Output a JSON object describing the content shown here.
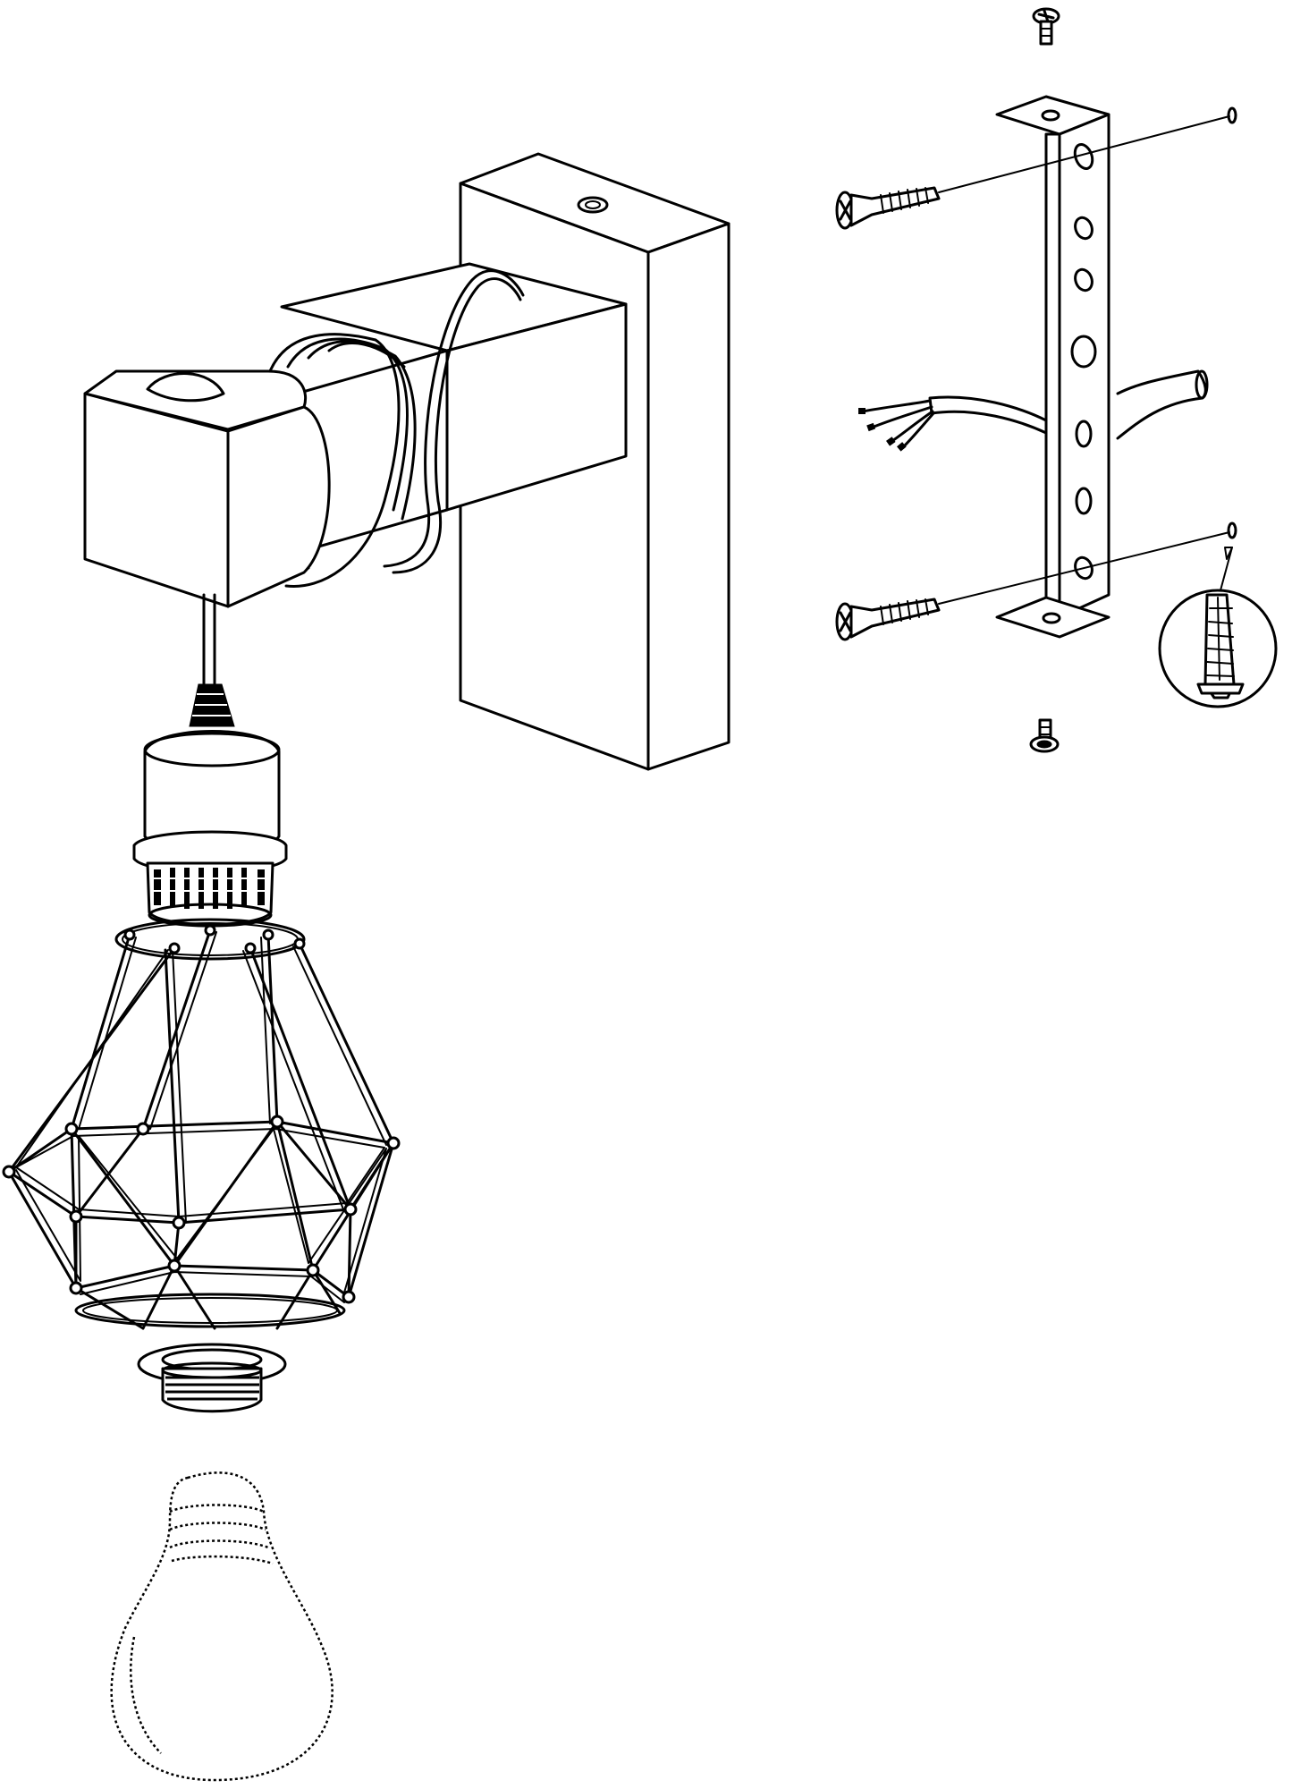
{
  "diagram": {
    "kind": "exploded assembly drawing",
    "parts": [
      {
        "id": "mounting-bracket",
        "icon": "bracket"
      },
      {
        "id": "fixing-screw",
        "icon": "screw",
        "count": 2
      },
      {
        "id": "wall-plug",
        "icon": "dowel",
        "count": 2
      },
      {
        "id": "grub-screw",
        "icon": "small-screw",
        "count": 2
      },
      {
        "id": "mains-cable",
        "icon": "cable"
      },
      {
        "id": "wall-block",
        "icon": "wooden-block"
      },
      {
        "id": "lamp-holder",
        "icon": "socket"
      },
      {
        "id": "wire-cage-shade",
        "icon": "cage"
      },
      {
        "id": "shade-ring",
        "icon": "ring"
      },
      {
        "id": "light-bulb",
        "icon": "bulb"
      }
    ]
  }
}
